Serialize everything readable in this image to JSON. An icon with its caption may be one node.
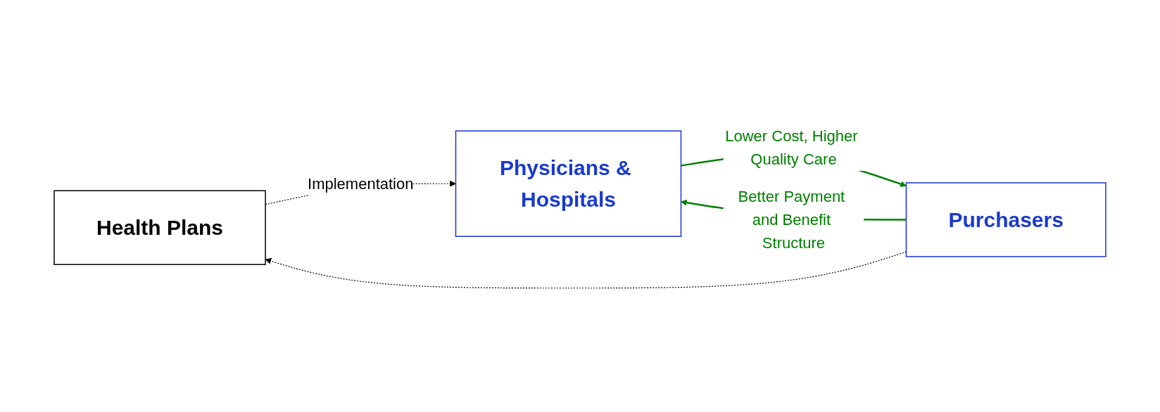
{
  "diagram": {
    "nodes": [
      {
        "text": [
          "Health Plans"
        ]
      },
      {
        "text": [
          "Purchasers"
        ]
      },
      {
        "text": [
          "Physicians & Hospitals"
        ]
      }
    ],
    "edges": [
      {
        "from": 1,
        "to": 0,
        "arrow": "to",
        "style": "dashed"
      },
      {
        "from": 0,
        "to": 2,
        "arrow": "to",
        "style": "dashed",
        "label": "Implementation"
      },
      {
        "from": 1,
        "to": 2,
        "arrow": "to",
        "label": "Better Payment and Benefit Structure",
        "color": "#008000"
      },
      {
        "from": 2,
        "to": 1,
        "arrow": "to",
        "label": "Lower Cost, Higher Quality Care",
        "color": "#008000"
      }
    ]
  }
}
